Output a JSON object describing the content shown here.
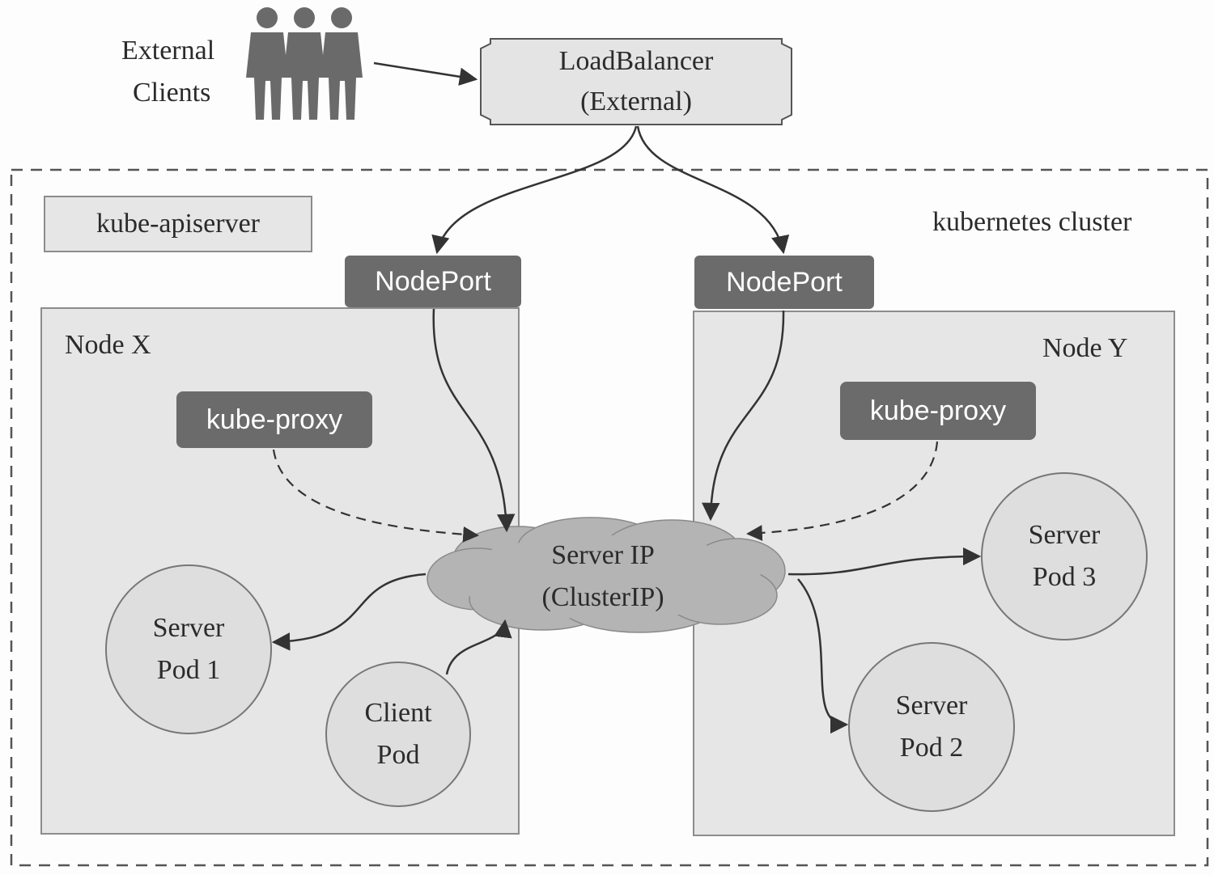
{
  "external_clients": {
    "line1": "External",
    "line2": "Clients",
    "icon": "people-icon"
  },
  "load_balancer": {
    "line1": "LoadBalancer",
    "line2": "(External)"
  },
  "cluster": {
    "label": "kubernetes cluster"
  },
  "apiserver": {
    "label": "kube-apiserver"
  },
  "node_x": {
    "label": "Node X",
    "nodeport": "NodePort",
    "proxy": "kube-proxy",
    "pod1": {
      "line1": "Server",
      "line2": "Pod 1"
    },
    "client_pod": {
      "line1": "Client",
      "line2": "Pod"
    }
  },
  "node_y": {
    "label": "Node Y",
    "nodeport": "NodePort",
    "proxy": "kube-proxy",
    "pod3": {
      "line1": "Server",
      "line2": "Pod 3"
    },
    "pod2": {
      "line1": "Server",
      "line2": "Pod 2"
    }
  },
  "cluster_ip": {
    "line1": "Server IP",
    "line2": "(ClusterIP)"
  },
  "colors": {
    "dark_box": "#6b6b6b",
    "panel": "#e6e6e6",
    "cloud": "#b4b4b4",
    "line": "#333333"
  }
}
